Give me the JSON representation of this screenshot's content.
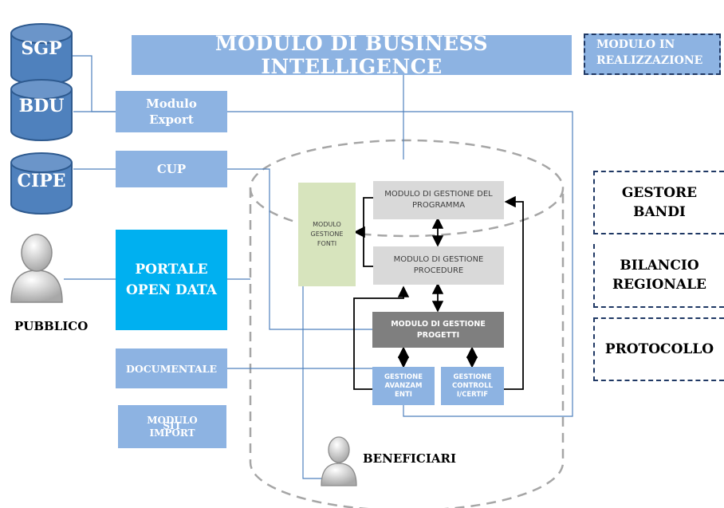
{
  "title": "MODULO DI BUSINESS INTELLIGENCE",
  "legend_in_progress": "MODULO IN REALIZZAZIONE",
  "databases": [
    {
      "label": "SGP"
    },
    {
      "label": "BDU"
    },
    {
      "label": "CIPE"
    }
  ],
  "left_modules": {
    "export_line1": "Modulo",
    "export_line2": "Export",
    "cup": "CUP",
    "portal_line1": "PORTALE",
    "portal_line2": "OPEN DATA",
    "documentale": "DOCUMENTALE",
    "import_line1": "MODULO",
    "import_overlap": "SIT",
    "import_line2": "IMPORT"
  },
  "actors": {
    "public": "PUBBLICO",
    "beneficiaries": "BENEFICIARI"
  },
  "core_modules": {
    "fonti_line1": "MODULO",
    "fonti_line2": "GESTIONE",
    "fonti_line3": "FONTI",
    "programma_line1": "MODULO DI GESTIONE DEL",
    "programma_line2": "PROGRAMMA",
    "procedure_line1": "MODULO DI GESTIONE",
    "procedure_line2": "PROCEDURE",
    "progetti_line1": "MODULO DI GESTIONE",
    "progetti_line2": "PROGETTI",
    "avanz_line1": "GESTIONE",
    "avanz_line2": "AVANZAM",
    "avanz_line3": "ENTI",
    "controlli_line1": "GESTIONE",
    "controlli_line2": "CONTROLL",
    "controlli_line3": "I/CERTIF"
  },
  "external_systems": {
    "gestore_line1": "GESTORE",
    "gestore_line2": "BANDI",
    "bilancio_line1": "BILANCIO",
    "bilancio_line2": "REGIONALE",
    "protocollo": "PROTOCOLLO"
  },
  "colors": {
    "db_blue": "#4f81bd",
    "light_blue": "#8db3e2",
    "portal_cyan": "#00b0f0",
    "grey": "#d9d9d9",
    "dark_grey": "#7f7f7f",
    "fonti_green": "#d7e4bd",
    "dash_navy": "#1f3864"
  }
}
